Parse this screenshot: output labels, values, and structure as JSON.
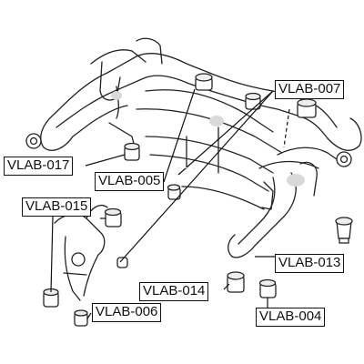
{
  "labels": {
    "vlab_007": "VLAB-007",
    "vlab_017": "VLAB-017",
    "vlab_005": "VLAB-005",
    "vlab_015": "VLAB-015",
    "vlab_013": "VLAB-013",
    "vlab_014": "VLAB-014",
    "vlab_004": "VLAB-004",
    "vlab_006": "VLAB-006"
  },
  "colors": {
    "line": "#222222",
    "fill": "#ffffff",
    "shade": "#d9d9d9"
  }
}
